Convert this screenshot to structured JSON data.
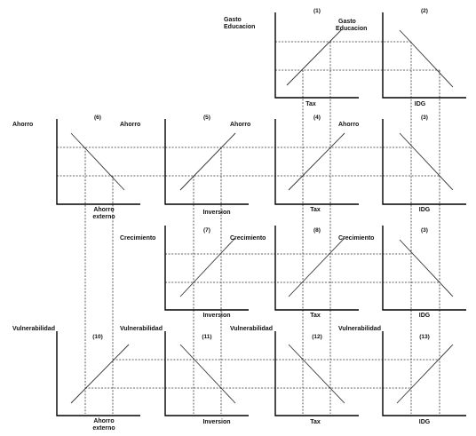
{
  "variables": {
    "gasto": [
      "Gasto",
      "Educacion"
    ],
    "tax": "Tax",
    "idg": "IDG",
    "ahorro": "Ahorro",
    "inversion": "Inversion",
    "ahorro_externo": [
      "Ahorro",
      "externo"
    ],
    "crecimiento": "Crecimiento",
    "vulnerabilidad": "Vulnerabilidad"
  },
  "panels": [
    {
      "id": "1",
      "number": "(1)",
      "y_label": [
        "Gasto",
        "Educacion"
      ],
      "x_label": "Tax",
      "curve_label": [
        "Gasto",
        "Educacion"
      ],
      "slope": "positive"
    },
    {
      "id": "2",
      "number": "(2)",
      "y_label": [],
      "x_label": "IDG",
      "slope": "negative"
    },
    {
      "id": "6",
      "number": "(6)",
      "y_label": [
        "Ahorro"
      ],
      "x_label": [
        "Ahorro",
        "externo"
      ],
      "slope": "negative"
    },
    {
      "id": "5",
      "number": "(5)",
      "y_label": [
        "Ahorro"
      ],
      "x_label": "Inversion",
      "slope": "positive"
    },
    {
      "id": "4",
      "number": "(4)",
      "y_label": [
        "Ahorro"
      ],
      "x_label": "Tax",
      "slope": "positive"
    },
    {
      "id": "3a",
      "number": "(3)",
      "y_label": [
        "Ahorro"
      ],
      "x_label": "IDG",
      "slope": "negative"
    },
    {
      "id": "7",
      "number": "(7)",
      "y_label": [
        "Crecimiento"
      ],
      "x_label": "Inversion",
      "slope": "positive"
    },
    {
      "id": "8",
      "number": "(8)",
      "y_label": [
        "Crecimiento"
      ],
      "x_label": "Tax",
      "slope": "positive"
    },
    {
      "id": "3b",
      "number": "(3)",
      "y_label": [
        "Crecimiento"
      ],
      "x_label": "IDG",
      "slope": "negative"
    },
    {
      "id": "10",
      "number": "(10)",
      "y_label": [
        "Vulnerabilidad"
      ],
      "x_label": [
        "Ahorro",
        "externo"
      ],
      "slope": "positive"
    },
    {
      "id": "11",
      "number": "(11)",
      "y_label": [
        "Vulnerabilidad"
      ],
      "x_label": "Inversion",
      "slope": "negative"
    },
    {
      "id": "12",
      "number": "(12)",
      "y_label": [
        "Vulnerabilidad"
      ],
      "x_label": "Tax",
      "slope": "negative"
    },
    {
      "id": "13",
      "number": "(13)",
      "y_label": [
        "Vulnerabilidad"
      ],
      "x_label": "IDG",
      "slope": "positive"
    }
  ]
}
